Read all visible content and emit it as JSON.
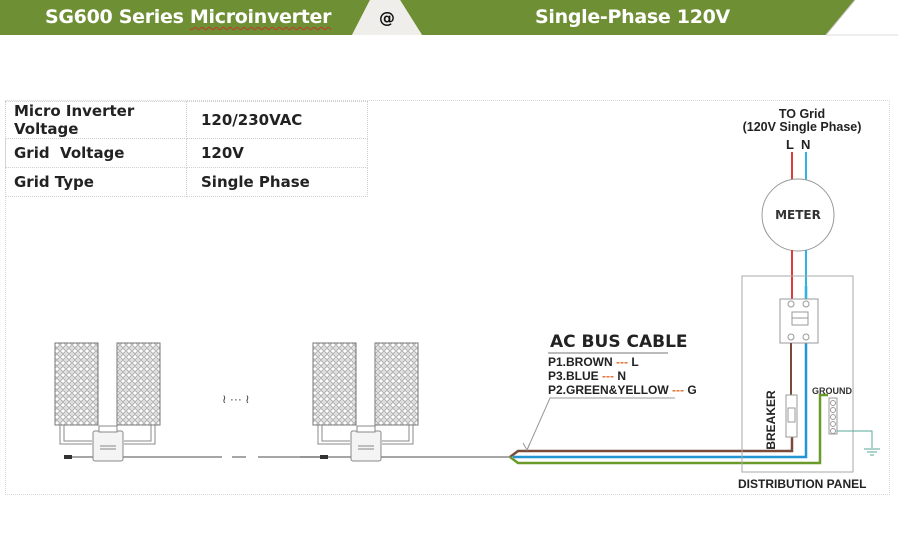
{
  "banner": {
    "left_title": "SG600 Series ",
    "left_title_underlined": "Microinverter",
    "separator": "@",
    "right_title": "Single-Phase 120V",
    "color": "#6f8f34"
  },
  "spec_table": {
    "rows": [
      {
        "label": "Micro Inverter Voltage",
        "value": "120/230VAC"
      },
      {
        "label": "Grid  Voltage",
        "value": "120V"
      },
      {
        "label": "Grid Type",
        "value": "Single Phase"
      }
    ]
  },
  "grid": {
    "title_line1": "TO Grid",
    "title_line2": "(120V Single Phase)",
    "line_label": "L",
    "neutral_label": "N"
  },
  "meter": {
    "label": "METER"
  },
  "ac_bus_cable": {
    "title": "AC BUS CABLE",
    "items": [
      {
        "pin": "P1.BROWN",
        "dash": "---",
        "code": "L"
      },
      {
        "pin": "P3.BLUE",
        "dash": "---",
        "code": "N"
      },
      {
        "pin": "P2.GREEN&YELLOW",
        "dash": "---",
        "code": "G"
      }
    ]
  },
  "ellipsis": "≀ ··· ≀",
  "panel": {
    "breaker_label": "BREAKER",
    "ground_label": "GROUND",
    "distribution_label": "DISTRIBUTION PANEL"
  },
  "wire_colors": {
    "line": "#e03a3a",
    "neutral": "#2bb5e0",
    "brown": "#7a4a3a",
    "blue": "#2196d3",
    "green": "#6a9a2a",
    "ground": "#5aaa9a"
  }
}
